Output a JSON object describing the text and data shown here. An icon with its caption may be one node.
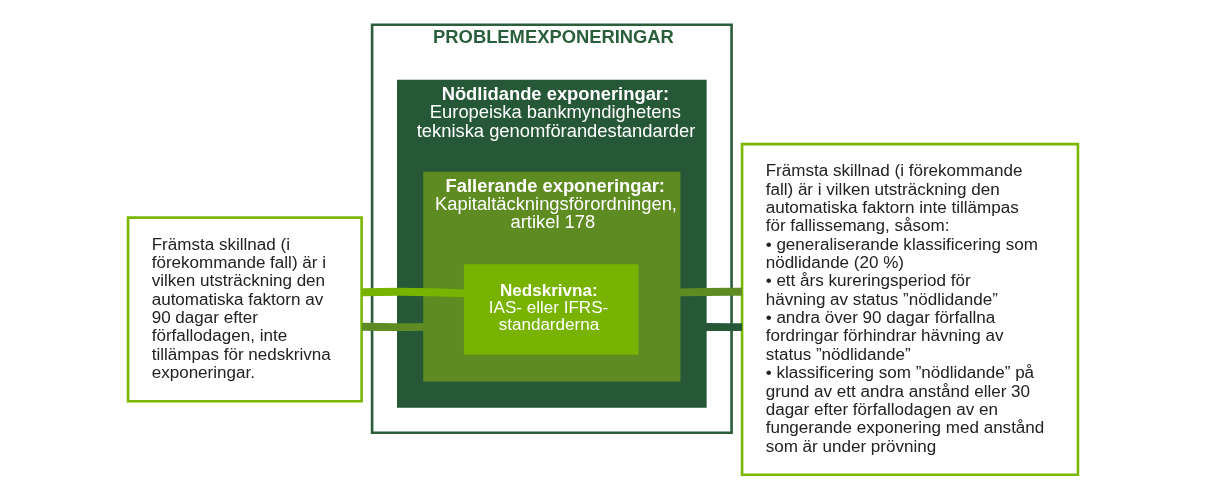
{
  "diagram": {
    "nodes": [
      {
        "text": [
          "PROBLEMEXPONERINGAR"
        ]
      },
      {
        "text": [
          "Nödlidande exponeringar:",
          "Europeiska bankmyndighetens tekniska genomförandestandarder"
        ],
        "in": 0
      },
      {
        "text": [
          "Fallerande exponeringar:",
          "Kapitaltäckningsförordningen, artikel 178"
        ],
        "in": 1
      },
      {
        "text": [
          "Nedskrivna:",
          "IAS- eller IFRS-standarderna"
        ],
        "in": 2
      },
      {
        "text": [
          "Främsta skillnad (i förekommande fall) är i vilken utsträckning den automatiska faktorn av 90 dagar efter förfallodagen, inte tillämpas för nedskrivna exponeringar."
        ]
      },
      {
        "text": [
          "Främsta skillnad (i förekommande fall) är i vilken utsträckning den automatiska faktorn inte tillämpas för fallissemang, såsom:",
          "• generaliserande klassificering som nödlidande (20 %)",
          "• ett års kureringsperiod för hävning av status ”nödlidande”",
          "• andra över 90 dagar förfallna fordringar förhindrar hävning av status ”nödlidande”",
          "• klassificering som ”nödlidande” på grund av ett andra anstånd eller 30 dagar efter förfallodagen av en fungerande exponering med anstånd som är under prövning"
        ]
      }
    ],
    "edges": [
      {
        "from": 4,
        "to": 2,
        "arrow": "none",
        "color": "#5e8c23"
      },
      {
        "from": 4,
        "to": 3,
        "arrow": "none",
        "color": "#77b300"
      },
      {
        "from": 1,
        "to": 5,
        "arrow": "none",
        "color": "#265838"
      },
      {
        "from": 2,
        "to": 5,
        "arrow": "none",
        "color": "#5e8c23"
      }
    ]
  }
}
